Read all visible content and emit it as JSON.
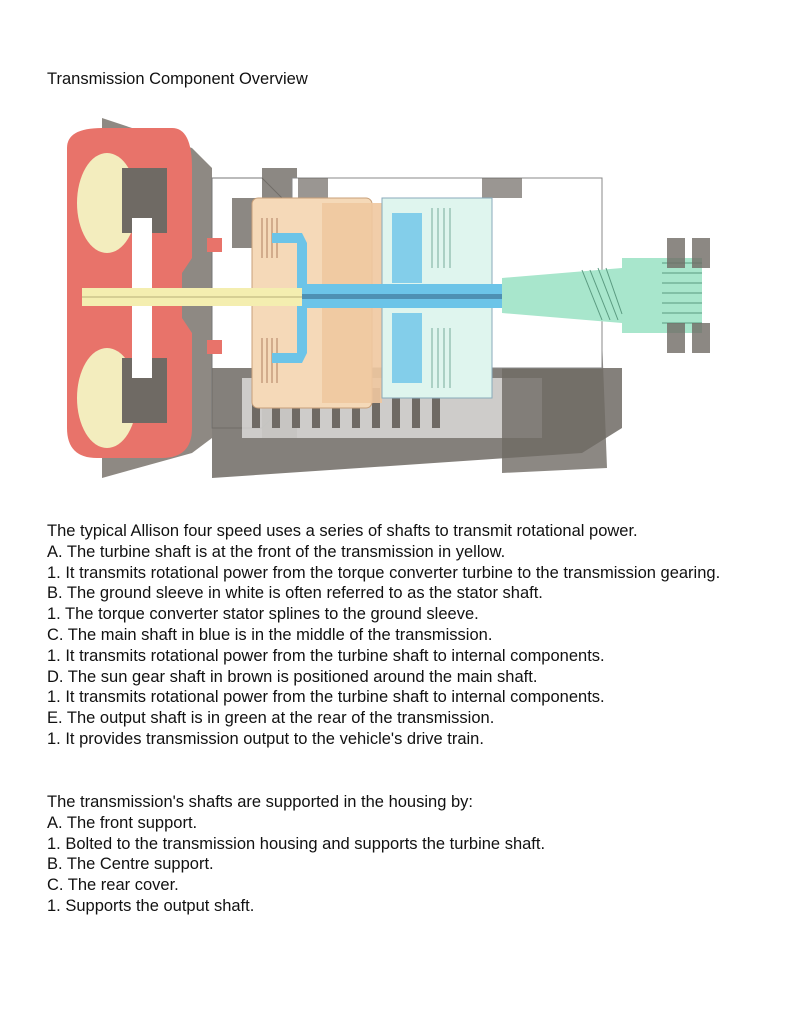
{
  "document": {
    "title": "Transmission Component Overview",
    "figure": {
      "description": "Cutaway diagram of an Allison four speed transmission with color-coded shafts",
      "colors": {
        "torque_converter": "#e8736a",
        "turbine_shaft": "#f4eeb0",
        "main_shaft": "#6cc4e8",
        "sun_gear_shaft": "#f0c8a0",
        "output_shaft": "#a8e6cc",
        "housing_dark": "#6e6a64",
        "housing_light": "#ffffff"
      }
    },
    "section1": {
      "lines": [
        "The typical Allison four speed uses a series of shafts to transmit rotational power.",
        "A. The turbine shaft is at the front of the transmission in yellow.",
        "1. It transmits rotational power from the torque converter turbine to the transmission gearing.",
        "B. The ground sleeve in white is often referred to as the stator shaft.",
        "1. The torque converter stator splines to the ground sleeve.",
        "C. The main shaft in blue is in the middle of the transmission.",
        "1. It transmits rotational power from the turbine shaft to internal components.",
        "D. The sun gear shaft in brown is positioned around the main shaft.",
        "1. It transmits rotational power from the turbine shaft to internal components.",
        "E. The output shaft is in green at the rear of the transmission.",
        "1. It provides transmission output to the vehicle's drive train."
      ]
    },
    "section2": {
      "lines": [
        "The transmission's shafts are supported in the housing by:",
        "A. The front support.",
        "1. Bolted to the transmission housing and supports the turbine shaft.",
        "B. The Centre support.",
        "C. The rear cover.",
        "1. Supports the output shaft."
      ]
    }
  }
}
